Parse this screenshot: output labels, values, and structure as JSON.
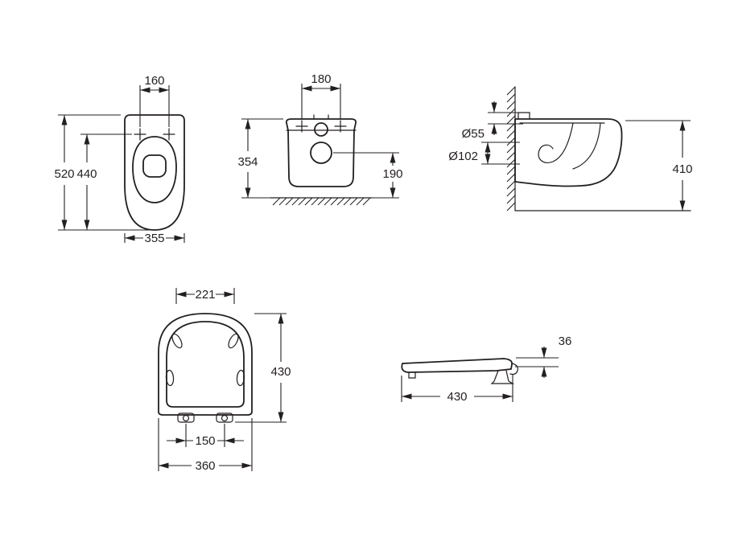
{
  "drawing": {
    "type": "toilet-technical-dimension-drawing",
    "colors": {
      "line": "#231f20",
      "background": "#ffffff"
    }
  },
  "views": {
    "bowl_front": {
      "hinge_spacing": "160",
      "overall_height": "520",
      "bowl_height": "440",
      "overall_width": "355"
    },
    "back_view": {
      "mount_spacing": "180",
      "height": "354",
      "outlet_height": "190"
    },
    "side_view": {
      "inlet_diameter": "Ø55",
      "outlet_diameter": "Ø102",
      "rim_height": "410"
    },
    "seat_top": {
      "front_width": "221",
      "depth": "430",
      "hinge_spacing": "150",
      "overall_width": "360"
    },
    "seat_side": {
      "thickness": "36",
      "length": "430"
    }
  }
}
